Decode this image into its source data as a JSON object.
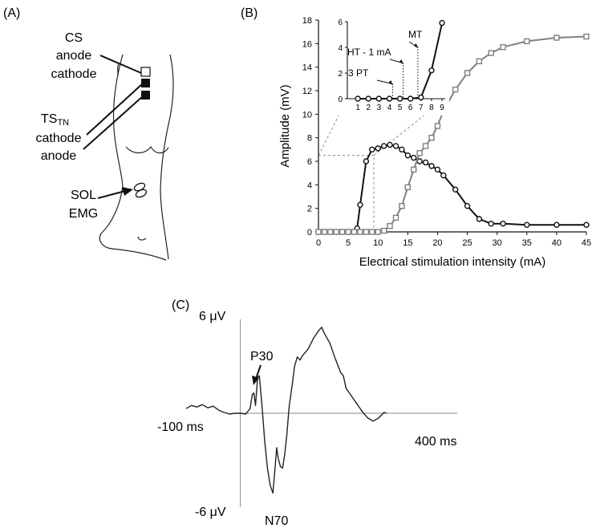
{
  "panels": {
    "a": {
      "label": "(A)",
      "cs_label": "CS",
      "cs_anode": "anode",
      "cs_cathode": "cathode",
      "ts_main": "TS",
      "ts_sub": "TN",
      "ts_cathode": "cathode",
      "ts_anode": "anode",
      "sol_label": "SOL",
      "emg_label": "EMG"
    },
    "b": {
      "label": "(B)"
    },
    "c": {
      "label": "(C)",
      "y_top": "6 μV",
      "y_bottom": "-6 μV",
      "x_left": "-100 ms",
      "x_right": "400 ms",
      "p30": "P30",
      "n70": "N70"
    }
  },
  "chart_data": [
    {
      "id": "recruitment",
      "type": "line",
      "xlabel": "Electrical stimulation intensity (mA)",
      "ylabel": "Amplitude (mV)",
      "xlim": [
        0,
        45
      ],
      "ylim": [
        0,
        18
      ],
      "xticks": [
        0,
        5,
        10,
        15,
        20,
        25,
        30,
        35,
        40,
        45
      ],
      "yticks": [
        0,
        2,
        4,
        6,
        8,
        10,
        12,
        14,
        16,
        18
      ],
      "grid": false,
      "series": [
        {
          "marker": "circle",
          "color": "#111111",
          "points": [
            [
              0,
              0
            ],
            [
              1,
              0
            ],
            [
              2,
              0
            ],
            [
              3,
              0
            ],
            [
              4,
              0
            ],
            [
              5,
              0
            ],
            [
              6,
              0
            ],
            [
              6.5,
              0.3
            ],
            [
              7,
              2.3
            ],
            [
              8,
              6
            ],
            [
              9,
              7
            ],
            [
              10,
              7.1
            ],
            [
              11,
              7.3
            ],
            [
              12,
              7.4
            ],
            [
              13,
              7.3
            ],
            [
              14,
              7
            ],
            [
              15,
              6.5
            ],
            [
              16,
              6.3
            ],
            [
              17,
              6
            ],
            [
              18,
              5.9
            ],
            [
              19,
              5.6
            ],
            [
              20,
              5.3
            ],
            [
              21,
              4.8
            ],
            [
              23,
              3.6
            ],
            [
              25,
              2.2
            ],
            [
              27,
              1.1
            ],
            [
              29,
              0.7
            ],
            [
              31,
              0.7
            ],
            [
              35,
              0.6
            ],
            [
              40,
              0.6
            ],
            [
              45,
              0.6
            ]
          ]
        },
        {
          "marker": "square",
          "color": "#808080",
          "points": [
            [
              0,
              0
            ],
            [
              1,
              0
            ],
            [
              2,
              0
            ],
            [
              3,
              0
            ],
            [
              4,
              0
            ],
            [
              5,
              0
            ],
            [
              6,
              0
            ],
            [
              7,
              0
            ],
            [
              8,
              0
            ],
            [
              9,
              0
            ],
            [
              10,
              0
            ],
            [
              11,
              0.1
            ],
            [
              12,
              0.5
            ],
            [
              13,
              1.2
            ],
            [
              14,
              2.2
            ],
            [
              15,
              3.8
            ],
            [
              16,
              5.3
            ],
            [
              17,
              6.7
            ],
            [
              18,
              7.3
            ],
            [
              19,
              8
            ],
            [
              20,
              9
            ],
            [
              21,
              10.3
            ],
            [
              23,
              12.1
            ],
            [
              25,
              13.5
            ],
            [
              27,
              14.5
            ],
            [
              29,
              15.2
            ],
            [
              31,
              15.7
            ],
            [
              35,
              16.2
            ],
            [
              40,
              16.5
            ],
            [
              45,
              16.6
            ]
          ]
        }
      ]
    },
    {
      "id": "recruitment-inset",
      "type": "line",
      "xlim": [
        0,
        9.3
      ],
      "ylim": [
        0,
        6
      ],
      "xticks": [
        1,
        2,
        3,
        4,
        5,
        6,
        7,
        8,
        9
      ],
      "yticks": [
        0,
        2,
        4,
        6
      ],
      "series": [
        {
          "marker": "circle",
          "color": "#111111",
          "points": [
            [
              1,
              0
            ],
            [
              2,
              0
            ],
            [
              3,
              0
            ],
            [
              4,
              0
            ],
            [
              5,
              0
            ],
            [
              6,
              0
            ],
            [
              7,
              0.1
            ],
            [
              8,
              2.2
            ],
            [
              9,
              5.9
            ]
          ]
        }
      ],
      "annotations": [
        {
          "text": "3 PT",
          "x": 4.3
        },
        {
          "text": "HT - 1 mA",
          "x": 5.3
        },
        {
          "text": "MT",
          "x": 6.7
        }
      ]
    },
    {
      "id": "sep-waveform",
      "type": "line",
      "x_unit": "ms",
      "y_unit": "μV",
      "xlim": [
        -100,
        400
      ],
      "ylim": [
        -6,
        6
      ],
      "series": [
        {
          "color": "#222222",
          "points": [
            [
              -100,
              0.3
            ],
            [
              -90,
              0.5
            ],
            [
              -80,
              0.4
            ],
            [
              -70,
              0.55
            ],
            [
              -60,
              0.35
            ],
            [
              -50,
              0.45
            ],
            [
              -40,
              0.2
            ],
            [
              -30,
              0.05
            ],
            [
              -20,
              -0.05
            ],
            [
              -10,
              0
            ],
            [
              0,
              0
            ],
            [
              10,
              -0.05
            ],
            [
              18,
              0.3
            ],
            [
              22,
              1.2
            ],
            [
              25,
              1.3
            ],
            [
              28,
              0.5
            ],
            [
              32,
              2.3
            ],
            [
              35,
              2.4
            ],
            [
              40,
              0.5
            ],
            [
              45,
              -1.8
            ],
            [
              50,
              -3.5
            ],
            [
              55,
              -4.6
            ],
            [
              60,
              -5.1
            ],
            [
              64,
              -3.5
            ],
            [
              67,
              -2.2
            ],
            [
              70,
              -2.9
            ],
            [
              74,
              -3.4
            ],
            [
              78,
              -3.5
            ],
            [
              82,
              -2.6
            ],
            [
              86,
              -1.3
            ],
            [
              90,
              0.4
            ],
            [
              96,
              1.9
            ],
            [
              100,
              3
            ],
            [
              105,
              3.6
            ],
            [
              110,
              3.4
            ],
            [
              115,
              3.7
            ],
            [
              125,
              4.1
            ],
            [
              135,
              4.8
            ],
            [
              145,
              5.3
            ],
            [
              150,
              5.5
            ],
            [
              155,
              5.1
            ],
            [
              165,
              4.5
            ],
            [
              175,
              3.5
            ],
            [
              185,
              2.6
            ],
            [
              190,
              2.4
            ],
            [
              195,
              1.6
            ],
            [
              205,
              1.1
            ],
            [
              215,
              0.6
            ],
            [
              225,
              0.1
            ],
            [
              235,
              -0.3
            ],
            [
              245,
              -0.5
            ],
            [
              255,
              -0.3
            ],
            [
              265,
              0.05
            ],
            [
              270,
              0
            ]
          ]
        }
      ]
    }
  ]
}
